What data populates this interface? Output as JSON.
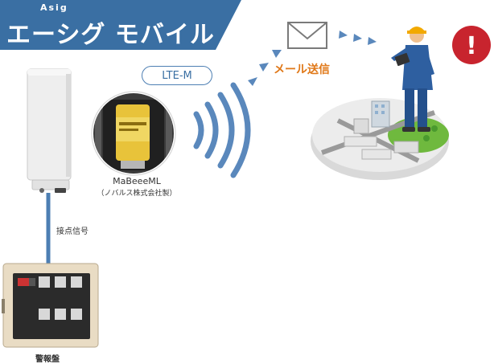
{
  "banner": {
    "subtitle": "Asig",
    "title": "エーシグ モバイル",
    "color": "#3a6fa3"
  },
  "network": {
    "label": "LTE-M"
  },
  "notification": {
    "label": "メール送信",
    "label_color": "#e07818",
    "icon": "envelope-icon",
    "alert_icon": "exclamation-icon",
    "alert_mark": "!",
    "alert_color": "#c8242e"
  },
  "device": {
    "name": "MaBeeeML",
    "maker": "（ノバルス株式会社製）"
  },
  "connection": {
    "label": "接点信号"
  },
  "panel": {
    "label": "警報盤"
  },
  "colors": {
    "accent_blue": "#4d7fb3",
    "wave_blue": "#5a88bc"
  }
}
